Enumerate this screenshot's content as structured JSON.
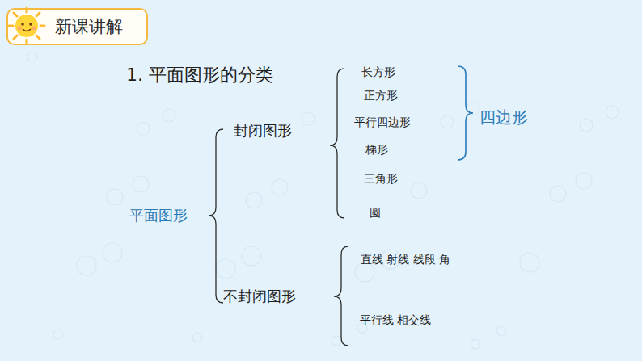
{
  "diagram": {
    "title": "1. 平面图形的分类",
    "nodes": [
      {
        "text": [
          "新课讲解"
        ]
      }
    ],
    "labels": [
      "平面图形",
      "封闭图形",
      "长方形",
      "正方形",
      "平行四边形",
      "梯形",
      "三角形",
      "圆",
      "四边形",
      "不封闭图形",
      "直线 射线 线段 角",
      "平行线 相交线"
    ]
  }
}
